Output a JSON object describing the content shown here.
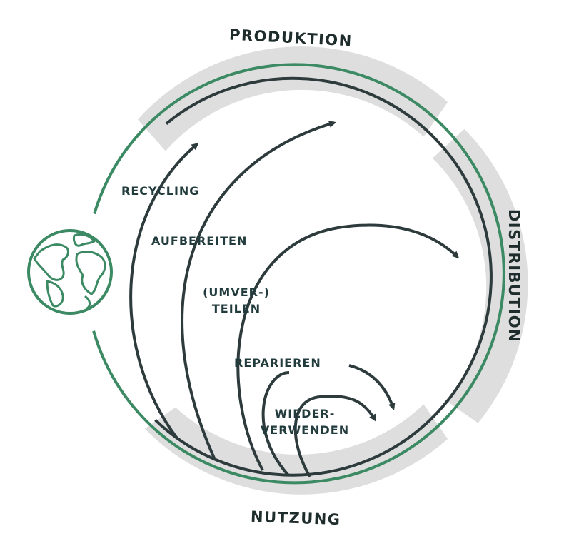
{
  "diagram": {
    "title": "Kreislaufwirtschaft",
    "stages": {
      "production": "PRODUKTION",
      "distribution": "DISTRIBUTION",
      "usage": "NUTZUNG"
    },
    "loops": {
      "recycling": "RECYCLING",
      "refurbish": "AUFBEREITEN",
      "redistribute_1": "(UMVER-)",
      "redistribute_2": "TEILEN",
      "repair": "REPARIEREN",
      "reuse_1": "WIEDER-",
      "reuse_2": "VERWENDEN"
    },
    "colors": {
      "green": "#3b8a63",
      "dark": "#2e3b3d",
      "band": "#dedede",
      "text": "#223b3c"
    },
    "icons": {
      "earth": "globe-icon"
    }
  }
}
